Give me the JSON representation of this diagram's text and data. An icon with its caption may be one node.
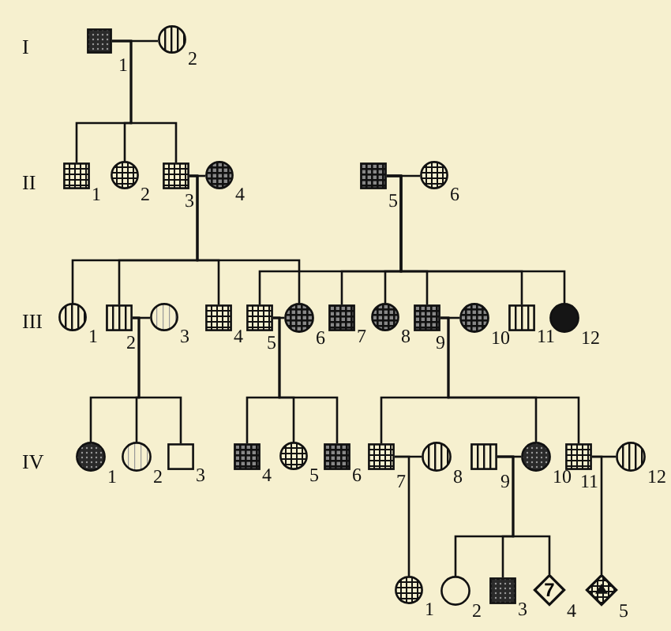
{
  "diagram": {
    "nodes": [
      {
        "text": [],
        "shape": "box",
        "beside": [
          "1"
        ]
      },
      {
        "text": [],
        "shape": "circle",
        "beside": [
          "2"
        ]
      },
      {
        "text": [],
        "shape": "box",
        "beside": [
          "1"
        ]
      },
      {
        "text": [],
        "shape": "circle",
        "beside": [
          "2"
        ]
      },
      {
        "text": [],
        "shape": "box",
        "beside": [
          "3"
        ]
      },
      {
        "text": [],
        "shape": "circle",
        "beside": [
          "4"
        ]
      },
      {
        "text": [],
        "shape": "box",
        "beside": [
          "5"
        ]
      },
      {
        "text": [],
        "shape": "circle",
        "beside": [
          "6"
        ]
      },
      {
        "text": [],
        "shape": "circle",
        "beside": [
          "1"
        ]
      },
      {
        "text": [],
        "shape": "box",
        "beside": [
          "2"
        ]
      },
      {
        "text": [],
        "shape": "circle",
        "beside": [
          "3"
        ]
      },
      {
        "text": [],
        "shape": "box",
        "beside": [
          "4"
        ]
      },
      {
        "text": [],
        "shape": "box",
        "beside": [
          "5"
        ]
      },
      {
        "text": [],
        "shape": "circle",
        "beside": [
          "6"
        ]
      },
      {
        "text": [],
        "shape": "box",
        "beside": [
          "7"
        ]
      },
      {
        "text": [],
        "shape": "circle",
        "beside": [
          "8"
        ]
      },
      {
        "text": [],
        "shape": "box",
        "beside": [
          "9"
        ]
      },
      {
        "text": [],
        "shape": "circle",
        "beside": [
          "10"
        ]
      },
      {
        "text": [],
        "shape": "box",
        "beside": [
          "11"
        ]
      },
      {
        "text": [],
        "shape": "circle",
        "beside": [
          "12"
        ]
      },
      {
        "text": [],
        "shape": "circle",
        "beside": [
          "1"
        ]
      },
      {
        "text": [],
        "shape": "circle",
        "beside": [
          "2"
        ]
      },
      {
        "text": [],
        "shape": "box",
        "beside": [
          "3"
        ]
      },
      {
        "text": [],
        "shape": "box",
        "beside": [
          "4"
        ]
      },
      {
        "text": [],
        "shape": "circle",
        "beside": [
          "5"
        ]
      },
      {
        "text": [],
        "shape": "box",
        "beside": [
          "6"
        ]
      },
      {
        "text": [],
        "shape": "box",
        "beside": [
          "7"
        ]
      },
      {
        "text": [],
        "shape": "circle",
        "beside": [
          "8"
        ]
      },
      {
        "text": [],
        "shape": "box",
        "beside": [
          "9"
        ]
      },
      {
        "text": [],
        "shape": "circle",
        "beside": [
          "10"
        ]
      },
      {
        "text": [],
        "shape": "box",
        "beside": [
          "11"
        ]
      },
      {
        "text": [],
        "shape": "circle",
        "beside": [
          "12"
        ]
      },
      {
        "text": [],
        "shape": "circle",
        "beside": [
          "1"
        ]
      },
      {
        "text": [],
        "shape": "circle",
        "beside": [
          "2"
        ]
      },
      {
        "text": [],
        "shape": "box",
        "beside": [
          "3"
        ]
      },
      {
        "text": [
          "7"
        ],
        "beside": [
          "4"
        ]
      },
      {
        "text": [],
        "shape": "diamond",
        "beside": [
          "5"
        ]
      }
    ],
    "edges": [
      {
        "from": 0,
        "to": 1,
        "arrow": "none"
      },
      {
        "from": 4,
        "to": 5,
        "arrow": "none"
      },
      {
        "from": 6,
        "to": 7,
        "arrow": "none"
      },
      {
        "from": 9,
        "to": 10,
        "arrow": "none"
      },
      {
        "from": 12,
        "to": 13,
        "arrow": "none"
      },
      {
        "from": 16,
        "to": 17,
        "arrow": "none"
      },
      {
        "from": 26,
        "to": 27,
        "arrow": "none"
      },
      {
        "from": 28,
        "to": 29,
        "arrow": "none"
      },
      {
        "from": 30,
        "to": 31,
        "arrow": "none"
      },
      {
        "from": 0,
        "to": 2,
        "arrow": "none"
      },
      {
        "from": 0,
        "to": 3,
        "arrow": "none"
      },
      {
        "from": 0,
        "to": 4,
        "arrow": "none"
      },
      {
        "from": 4,
        "to": 8,
        "arrow": "none"
      },
      {
        "from": 4,
        "to": 9,
        "arrow": "none"
      },
      {
        "from": 4,
        "to": 11,
        "arrow": "none"
      },
      {
        "from": 4,
        "to": 13,
        "arrow": "none"
      },
      {
        "from": 6,
        "to": 12,
        "arrow": "none"
      },
      {
        "from": 6,
        "to": 14,
        "arrow": "none"
      },
      {
        "from": 6,
        "to": 15,
        "arrow": "none"
      },
      {
        "from": 6,
        "to": 16,
        "arrow": "none"
      },
      {
        "from": 6,
        "to": 18,
        "arrow": "none"
      },
      {
        "from": 6,
        "to": 19,
        "arrow": "none"
      },
      {
        "from": 9,
        "to": 20,
        "arrow": "none"
      },
      {
        "from": 9,
        "to": 21,
        "arrow": "none"
      },
      {
        "from": 9,
        "to": 22,
        "arrow": "none"
      },
      {
        "from": 12,
        "to": 23,
        "arrow": "none"
      },
      {
        "from": 12,
        "to": 24,
        "arrow": "none"
      },
      {
        "from": 12,
        "to": 25,
        "arrow": "none"
      },
      {
        "from": 16,
        "to": 26,
        "arrow": "none"
      },
      {
        "from": 16,
        "to": 29,
        "arrow": "none"
      },
      {
        "from": 16,
        "to": 30,
        "arrow": "none"
      },
      {
        "from": 26,
        "to": 32,
        "arrow": "none"
      },
      {
        "from": 28,
        "to": 33,
        "arrow": "none"
      },
      {
        "from": 28,
        "to": 34,
        "arrow": "none"
      },
      {
        "from": 28,
        "to": 35,
        "arrow": "none"
      },
      {
        "from": 30,
        "to": 36,
        "arrow": "none"
      }
    ],
    "labels": [
      "I",
      "II",
      "III",
      "IV"
    ]
  }
}
